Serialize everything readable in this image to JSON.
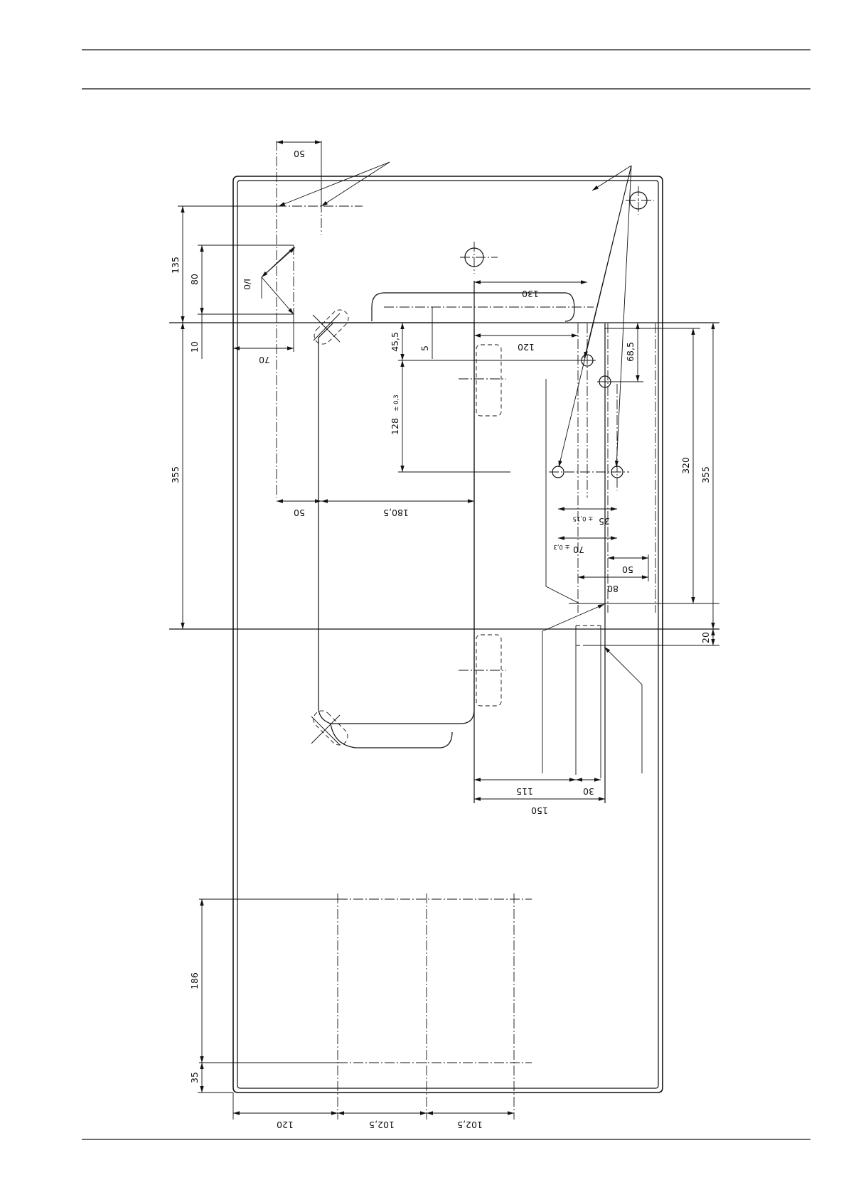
{
  "drawing": {
    "symbol_label": "0/I",
    "dims": {
      "d50_top": "50",
      "d135": "135",
      "d80_left": "80",
      "d10": "10",
      "d70_left": "70",
      "d355_left": "355",
      "d50_mid": "50",
      "d180_5": "180,5",
      "d45_5": "45,5",
      "d5": "5",
      "d128": "128",
      "d128_tol": "± 0,3",
      "d130": "130",
      "d120_top": "120",
      "d68_5": "68,5",
      "d35": "35",
      "d35_tol": "± 0,15",
      "d70_right": "70",
      "d70_tol": "± 0,3",
      "d50_right": "50",
      "d80_right": "80",
      "d320": "320",
      "d355_right": "355",
      "d20": "20",
      "d115": "115",
      "d30": "30",
      "d150": "150",
      "d186": "186",
      "d35_bottom": "35",
      "d120_bottom": "120",
      "d102_5_a": "102,5",
      "d102_5_b": "102,5"
    }
  }
}
